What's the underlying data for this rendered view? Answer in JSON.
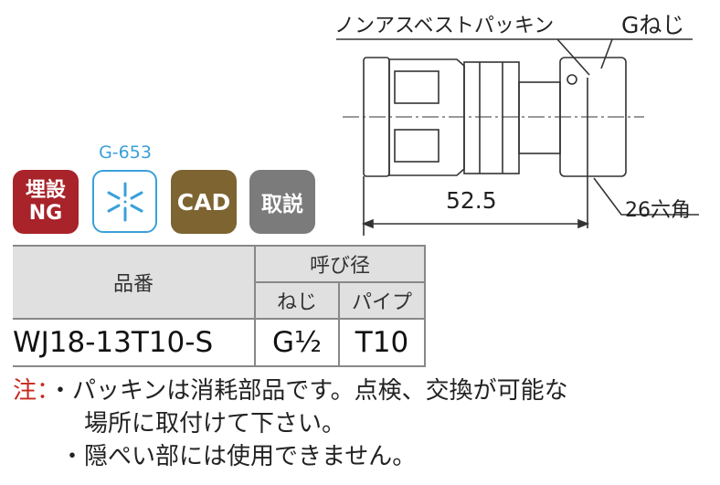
{
  "drawing": {
    "packing_label": "ノンアスベストパッキン",
    "thread_label": "Gねじ",
    "length_dim": "52.5",
    "hex_label": "26六角"
  },
  "icons": {
    "burial_ng": {
      "line1": "埋設",
      "line2": "NG",
      "color": "#a8242a"
    },
    "g653": {
      "label": "G-653",
      "color": "#3aa0da"
    },
    "cad": {
      "label": "CAD",
      "color": "#7d6431"
    },
    "manual": {
      "label": "取説",
      "color": "#7b7b7b"
    }
  },
  "table": {
    "header_part_no": "品番",
    "header_nominal": "呼び径",
    "header_thread": "ねじ",
    "header_pipe": "パイプ",
    "rows": [
      {
        "part_no": "WJ18-13T10-S",
        "thread": "G½",
        "pipe": "T10"
      }
    ]
  },
  "notes": {
    "prefix": "注：",
    "items": [
      {
        "bullet": "・",
        "line1": "パッキンは消耗部品です。点検、交換が可能な",
        "line2": "場所に取付けて下さい。"
      },
      {
        "bullet": "・",
        "line1": "隠ぺい部には使用できません。"
      }
    ]
  }
}
